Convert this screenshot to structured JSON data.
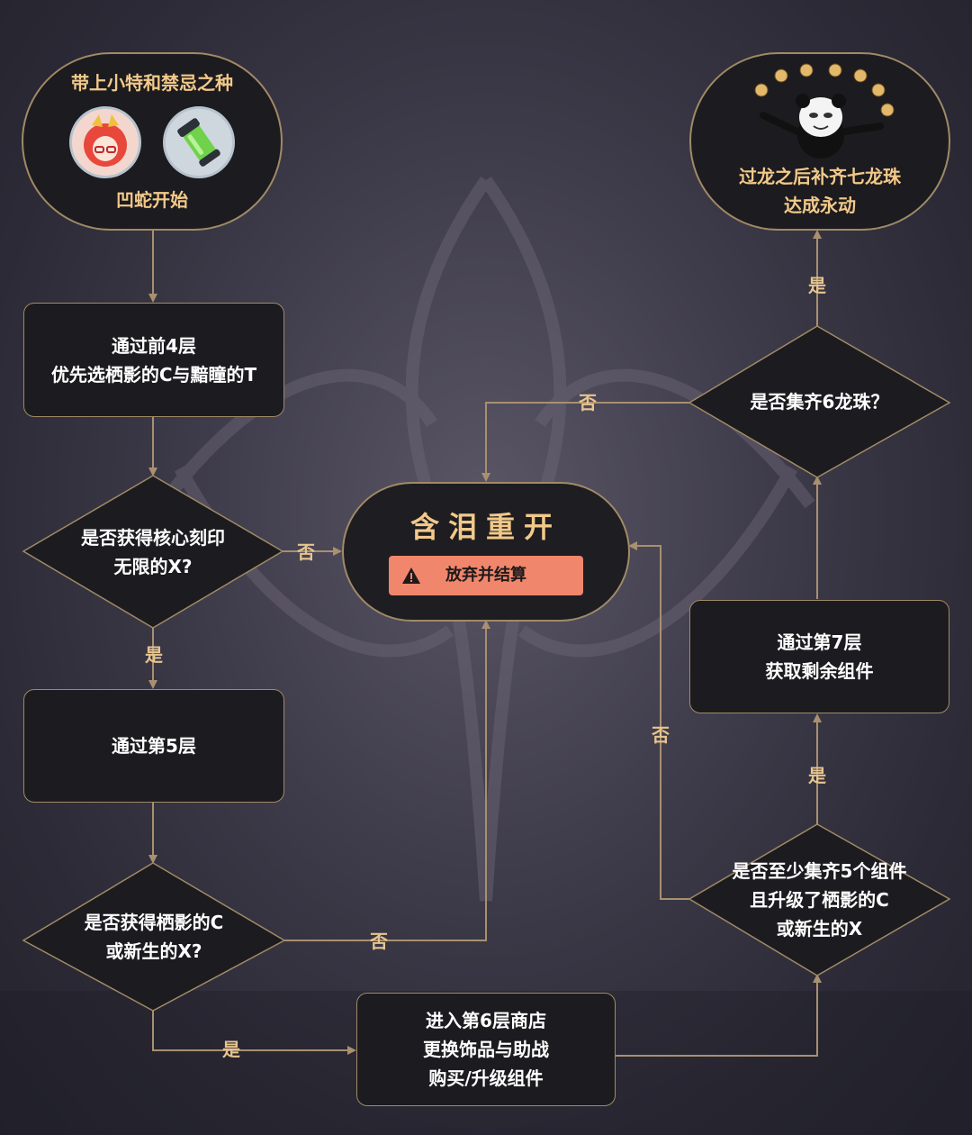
{
  "start": {
    "title": "带上小特和禁忌之种",
    "subtitle": "凹蛇开始",
    "icons": [
      "character-avatar-icon",
      "green-capsule-icon"
    ]
  },
  "end_goal": {
    "line1": "过龙之后补齐七龙珠",
    "line2": "达成永动",
    "icons": [
      "panda-meme-icon",
      "dragon-orb-icon"
    ]
  },
  "step_floor4": {
    "line1": "通过前4层",
    "line2": "优先选栖影的C与黯瞳的T"
  },
  "decision_core": {
    "line1": "是否获得核心刻印",
    "line2": "无限的X?"
  },
  "step_floor5": {
    "line1": "通过第5层"
  },
  "decision_shadow": {
    "line1": "是否获得栖影的C",
    "line2": "或新生的X?"
  },
  "step_shop": {
    "line1": "进入第6层商店",
    "line2": "更换饰品与助战",
    "line3": "购买/升级组件"
  },
  "decision_components": {
    "line1": "是否至少集齐5个组件",
    "line2": "且升级了栖影的C",
    "line3": "或新生的X"
  },
  "step_floor7": {
    "line1": "通过第7层",
    "line2": "获取剩余组件"
  },
  "decision_orbs": {
    "line1": "是否集齐6龙珠？"
  },
  "restart": {
    "title": "含泪重开",
    "button_label": "放弃并结算",
    "button_icon": "warning-icon"
  },
  "labels": {
    "yes": "是",
    "no": "否"
  },
  "colors": {
    "node_bg": "#1c1b1f",
    "border": "#a08a66",
    "connector": "#a89070",
    "label": "#e6c58e",
    "button": "#f0866c"
  }
}
